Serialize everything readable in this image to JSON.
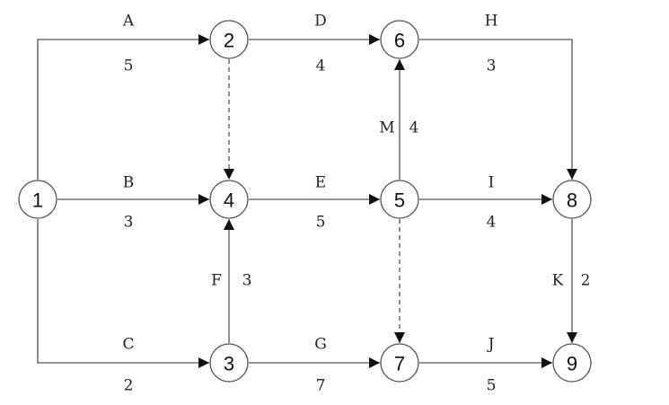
{
  "nodes": [
    "1",
    "2",
    "3",
    "4",
    "5",
    "6",
    "7",
    "8",
    "9"
  ],
  "edges": [
    {
      "id": "A",
      "from": "1",
      "to": "2",
      "activity": "A",
      "duration": "5",
      "dashed": false
    },
    {
      "id": "B",
      "from": "1",
      "to": "4",
      "activity": "B",
      "duration": "3",
      "dashed": false
    },
    {
      "id": "C",
      "from": "1",
      "to": "3",
      "activity": "C",
      "duration": "2",
      "dashed": false
    },
    {
      "id": "D",
      "from": "2",
      "to": "6",
      "activity": "D",
      "duration": "4",
      "dashed": false
    },
    {
      "id": "H",
      "from": "6",
      "to": "8",
      "activity": "H",
      "duration": "3",
      "dashed": false
    },
    {
      "id": "E",
      "from": "4",
      "to": "5",
      "activity": "E",
      "duration": "5",
      "dashed": false
    },
    {
      "id": "M",
      "from": "5",
      "to": "6",
      "activity": "M",
      "duration": "4",
      "dashed": false
    },
    {
      "id": "I",
      "from": "5",
      "to": "8",
      "activity": "I",
      "duration": "4",
      "dashed": false
    },
    {
      "id": "F",
      "from": "3",
      "to": "4",
      "activity": "F",
      "duration": "3",
      "dashed": false
    },
    {
      "id": "G",
      "from": "3",
      "to": "7",
      "activity": "G",
      "duration": "7",
      "dashed": false
    },
    {
      "id": "J",
      "from": "7",
      "to": "9",
      "activity": "J",
      "duration": "5",
      "dashed": false
    },
    {
      "id": "K",
      "from": "8",
      "to": "9",
      "activity": "K",
      "duration": "2",
      "dashed": false
    },
    {
      "id": "d24",
      "from": "2",
      "to": "4",
      "activity": "",
      "duration": "",
      "dashed": true
    },
    {
      "id": "d57",
      "from": "5",
      "to": "7",
      "activity": "",
      "duration": "",
      "dashed": true
    }
  ],
  "colors": {
    "line": "#555555",
    "node_stroke": "#555555",
    "text": "#222222"
  }
}
